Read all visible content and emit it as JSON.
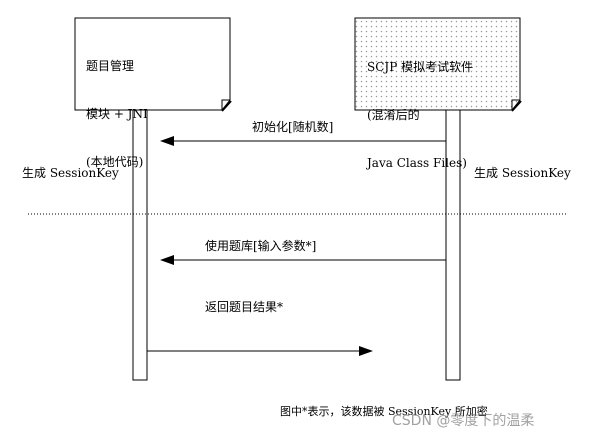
{
  "participants": {
    "left": {
      "lines": [
        "题目管理",
        "模块 + JNI",
        "(本地代码)"
      ]
    },
    "right": {
      "lines": [
        "SCJP 模拟考试软件",
        "(混淆后的",
        "Java Class Files)"
      ]
    }
  },
  "messages": {
    "init": "初始化[随机数]",
    "use": "使用题库[输入参数*]",
    "return": "返回题目结果*"
  },
  "side_labels": {
    "left": "生成 SessionKey",
    "right": "生成 SessionKey"
  },
  "caption": "图中*表示，该数据被 SessionKey 所加密",
  "watermark": "CSDN @零度下的温柔",
  "colors": {
    "line": "#000000",
    "box_fill": "#ffffff",
    "dot_fill": "#9a9a9a"
  }
}
